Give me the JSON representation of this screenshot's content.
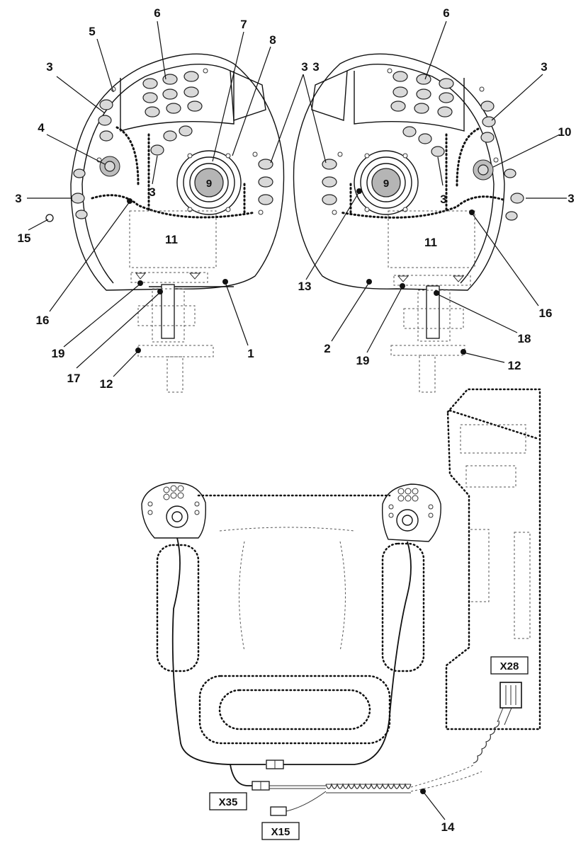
{
  "figure": {
    "left_unit": {
      "callouts": {
        "c1": "1",
        "c3a": "3",
        "c3b": "3",
        "c3c": "3",
        "c3d": "3",
        "c4": "4",
        "c5": "5",
        "c6": "6",
        "c7": "7",
        "c8": "8",
        "c9": "9",
        "c11": "11",
        "c12": "12",
        "c15": "15",
        "c16": "16",
        "c17": "17",
        "c19": "19"
      }
    },
    "right_unit": {
      "callouts": {
        "c2": "2",
        "c3a": "3",
        "c3b": "3",
        "c3c": "3",
        "c3d": "3",
        "c6": "6",
        "c9": "9",
        "c10": "10",
        "c11": "11",
        "c12": "12",
        "c13": "13",
        "c16": "16",
        "c18": "18",
        "c19": "19"
      }
    },
    "wiring": {
      "connectors": {
        "x28": "X28",
        "x35": "X35",
        "x15": "X15"
      },
      "callouts": {
        "c14": "14"
      }
    }
  }
}
